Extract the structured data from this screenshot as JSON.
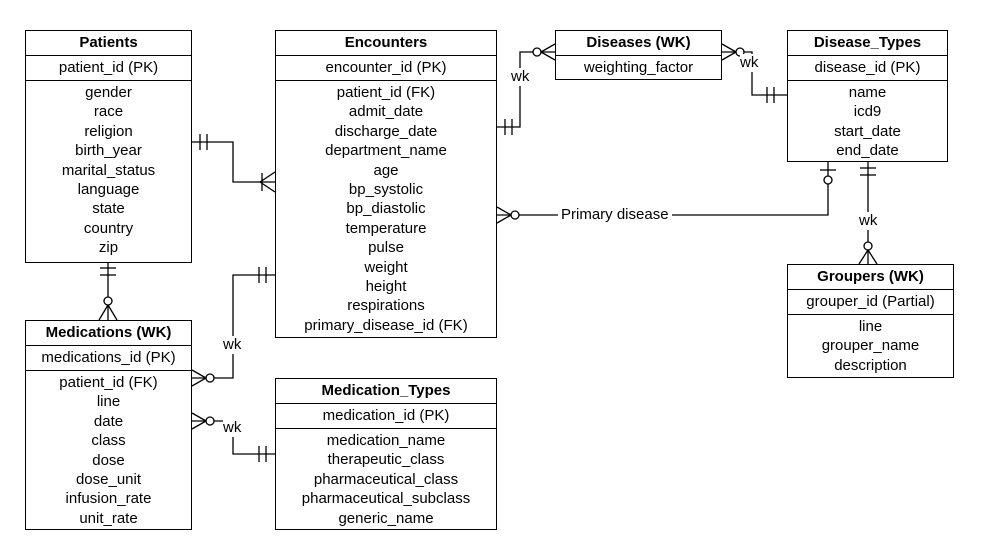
{
  "entities": {
    "patients": {
      "title": "Patients",
      "key": "patient_id (PK)",
      "attributes": [
        "gender",
        "race",
        "religion",
        "birth_year",
        "marital_status",
        "language",
        "state",
        "country",
        "zip"
      ]
    },
    "encounters": {
      "title": "Encounters",
      "key": "encounter_id (PK)",
      "attributes": [
        "patient_id (FK)",
        "admit_date",
        "discharge_date",
        "department_name",
        "age",
        "bp_systolic",
        "bp_diastolic",
        "temperature",
        "pulse",
        "weight",
        "height",
        "respirations",
        "primary_disease_id (FK)"
      ]
    },
    "diseases": {
      "title": "Diseases (WK)",
      "key": "weighting_factor",
      "attributes": []
    },
    "disease_types": {
      "title": "Disease_Types",
      "key": "disease_id (PK)",
      "attributes": [
        "name",
        "icd9",
        "start_date",
        "end_date"
      ]
    },
    "groupers": {
      "title": "Groupers (WK)",
      "key": "grouper_id (Partial)",
      "attributes": [
        "line",
        "grouper_name",
        "description"
      ]
    },
    "medications": {
      "title": "Medications (WK)",
      "key": "medications_id (PK)",
      "attributes": [
        "patient_id (FK)",
        "line",
        "date",
        "class",
        "dose",
        "dose_unit",
        "infusion_rate",
        "unit_rate"
      ]
    },
    "medication_types": {
      "title": "Medication_Types",
      "key": "medication_id (PK)",
      "attributes": [
        "medication_name",
        "therapeutic_class",
        "pharmaceutical_class",
        "pharmaceutical_subclass",
        "generic_name"
      ]
    }
  },
  "relationship_labels": {
    "enc_diseases": "wk",
    "diseases_types": "wk",
    "types_groupers": "wk",
    "primary_disease": "Primary disease",
    "enc_medications": "wk",
    "med_types": "wk"
  }
}
